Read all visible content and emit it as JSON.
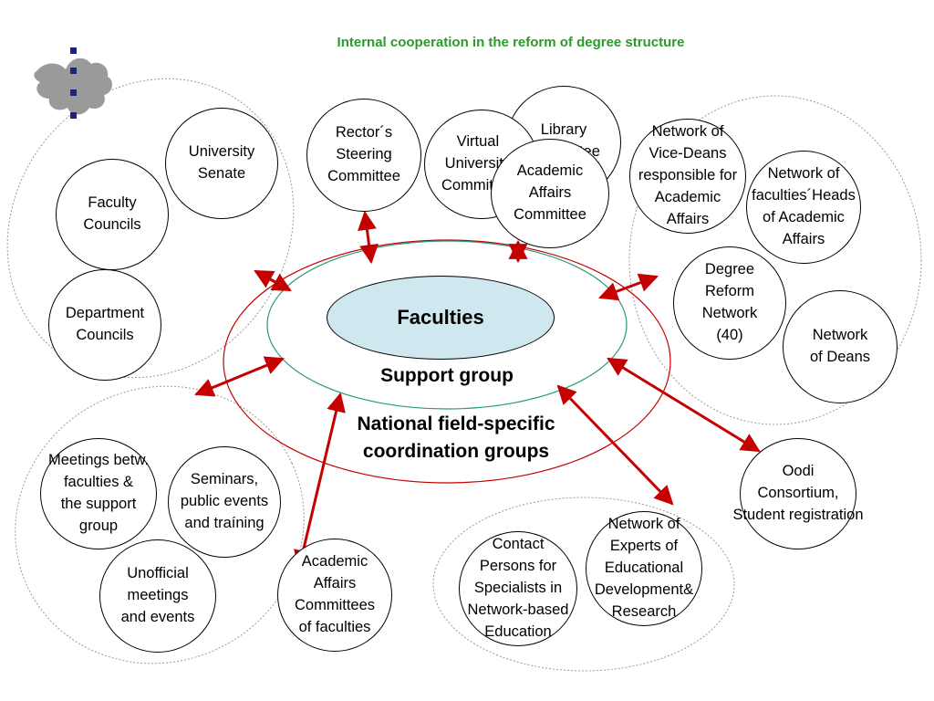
{
  "title": "Internal cooperation in the reform of degree structure",
  "colors": {
    "title": "#2a9a2a",
    "arrow": "#c40000",
    "outer_ellipse": "#c40000",
    "inner_ellipse": "#2a9a7a",
    "faculties_fill": "#cfe8ef",
    "logo": "#9a9a9a",
    "logo_dots": "#1a237e"
  },
  "center": {
    "faculties": "Faculties",
    "support_group": "Support group",
    "national_groups": "National field-specific\ncoordination groups"
  },
  "nodes": {
    "university_senate": "University\nSenate",
    "faculty_councils": "Faculty\nCouncils",
    "department_councils": "Department\nCouncils",
    "rectors_committee": "Rector´s\nSteering\nCommittee",
    "library_committee": "Library\nCommittee",
    "virtual_university": "Virtual\nUniversity\nCommittee",
    "academic_affairs_committee": "Academic\nAffairs\nCommittee",
    "vice_deans_network": "Network of\nVice-Deans\nresponsible for\nAcademic\nAffairs",
    "faculties_heads_network": "Network of\nfaculties´Heads\nof Academic\nAffairs",
    "degree_reform_network": "Degree\nReform\nNetwork\n(40)",
    "deans_network": "Network\nof Deans",
    "oodi_consortium": "Oodi\nConsortium,\nStudent registration",
    "meetings": "Meetings betw.\nfaculties &\nthe support\ngroup",
    "seminars": "Seminars,\npublic events\nand traíning",
    "unofficial_meetings": "Unofficial\nmeetings\nand events",
    "academic_affairs_committees_faculties": "Academic\nAffairs\nCommittees\nof faculties",
    "contact_persons": "Contact\nPersons for\nSpecialists in\nNetwork-based\nEducation",
    "experts_network": "Network of\nExperts of\nEducational\nDevelopment&\nResearch"
  }
}
